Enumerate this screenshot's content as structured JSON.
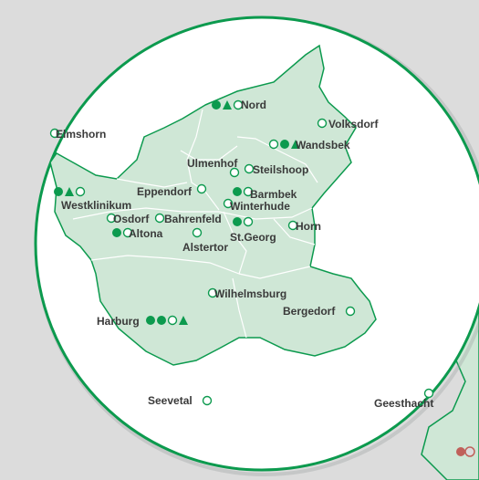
{
  "colors": {
    "background": "#dcdcdc",
    "circle_fill": "#ffffff",
    "circle_stroke": "#0c9a4e",
    "region_fill": "#cfe7d6",
    "region_stroke": "#0c9a4e",
    "district_line": "#ffffff",
    "marker": "#0c9a4e",
    "marker_outside": "#c0605a",
    "label_text": "#3a3a3a"
  },
  "marker_legend": {
    "filled-circle": "filled circle marker",
    "triangle": "filled triangle marker",
    "open-circle": "open circle marker"
  },
  "locations": [
    {
      "id": "nord",
      "label": "Nord",
      "markers": [
        "filled-circle",
        "triangle",
        "open-circle"
      ]
    },
    {
      "id": "volksdorf",
      "label": "Volksdorf",
      "markers": [
        "open-circle"
      ]
    },
    {
      "id": "elmshorn",
      "label": "Elmshorn",
      "markers": [
        "open-circle"
      ]
    },
    {
      "id": "wandsbek",
      "label": "Wandsbek",
      "markers": [
        "open-circle",
        "filled-circle",
        "triangle"
      ]
    },
    {
      "id": "ulmenhof",
      "label": "Ulmenhof",
      "markers": []
    },
    {
      "id": "ulmenhof-marker",
      "label": "",
      "markers": [
        "open-circle"
      ]
    },
    {
      "id": "steilshoop",
      "label": "Steilshoop",
      "markers": [
        "open-circle"
      ]
    },
    {
      "id": "eppendorf",
      "label": "Eppendorf",
      "markers": [
        "open-circle"
      ]
    },
    {
      "id": "barmbek",
      "label": "Barmbek",
      "markers": [
        "filled-circle",
        "open-circle"
      ]
    },
    {
      "id": "winterhude",
      "label": "Winterhude",
      "markers": [
        "open-circle"
      ]
    },
    {
      "id": "westklinikum",
      "label": "Westklinikum",
      "markers": [
        "filled-circle",
        "triangle",
        "open-circle"
      ]
    },
    {
      "id": "osdorf",
      "label": "Osdorf",
      "markers": [
        "open-circle"
      ]
    },
    {
      "id": "bahrenfeld",
      "label": "Bahrenfeld",
      "markers": [
        "open-circle"
      ]
    },
    {
      "id": "stgeorg",
      "label": "St.Georg",
      "markers": [
        "filled-circle",
        "open-circle"
      ]
    },
    {
      "id": "horn",
      "label": "Horn",
      "markers": [
        "open-circle"
      ]
    },
    {
      "id": "altona",
      "label": "Altona",
      "markers": [
        "filled-circle",
        "open-circle"
      ]
    },
    {
      "id": "alstertor",
      "label": "Alstertor",
      "markers": [
        "open-circle"
      ]
    },
    {
      "id": "wilhelmsburg",
      "label": "Wilhelmsburg",
      "markers": [
        "open-circle"
      ]
    },
    {
      "id": "bergedorf",
      "label": "Bergedorf",
      "markers": [
        "open-circle"
      ]
    },
    {
      "id": "harburg",
      "label": "Harburg",
      "markers": [
        "filled-circle",
        "filled-circle",
        "open-circle",
        "triangle"
      ]
    },
    {
      "id": "geesthacht",
      "label": "Geesthacht",
      "markers": [
        "open-circle"
      ]
    },
    {
      "id": "seevetal",
      "label": "Seevetal",
      "markers": [
        "open-circle"
      ]
    }
  ]
}
